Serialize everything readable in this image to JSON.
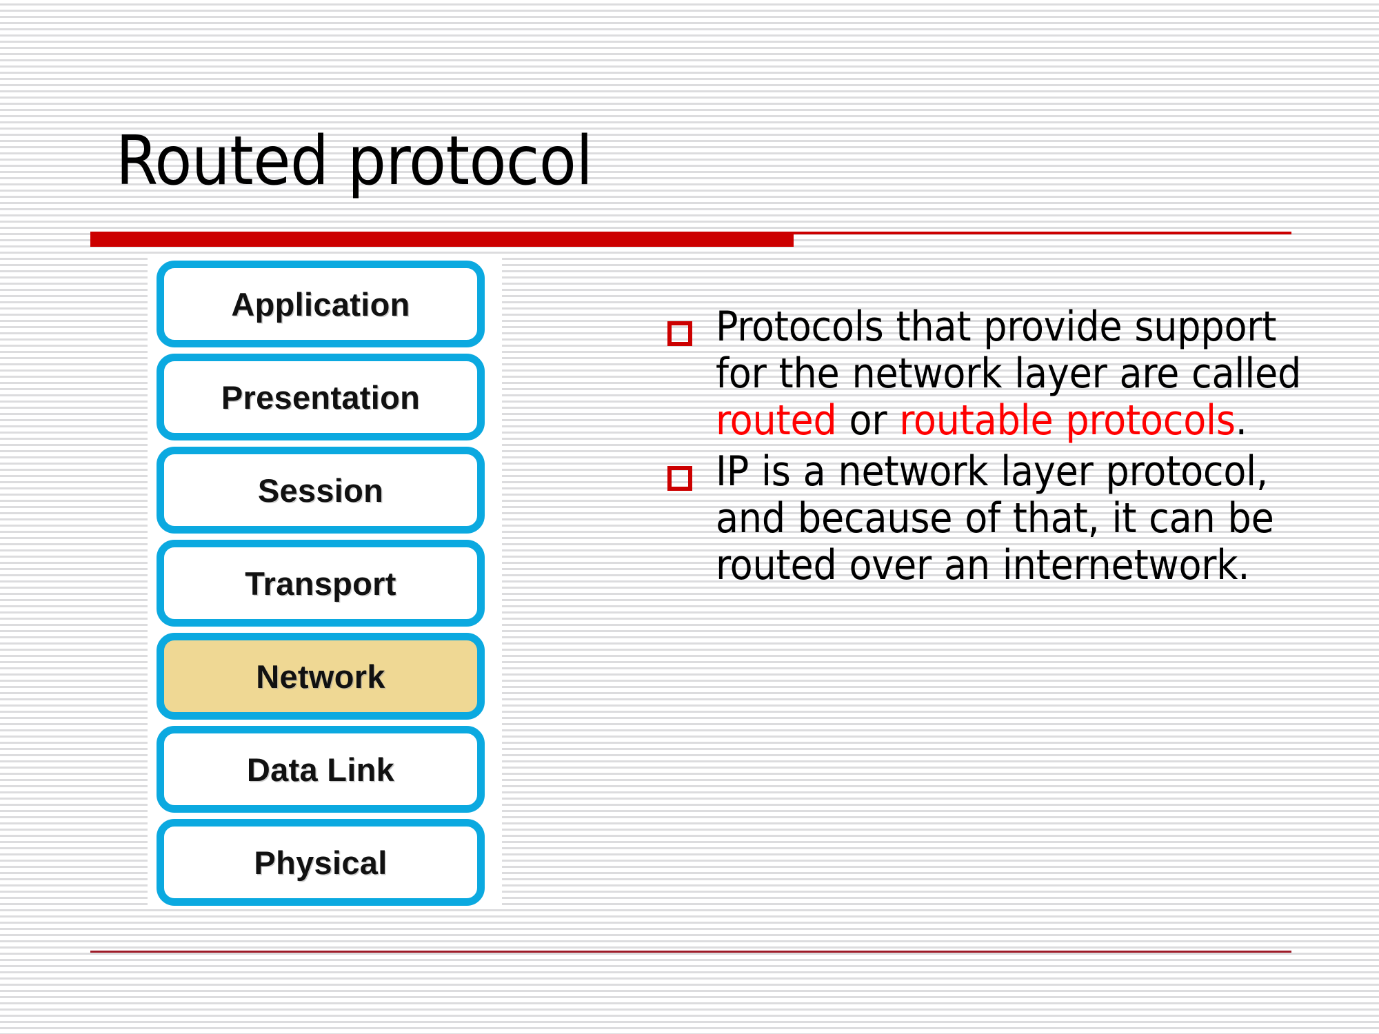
{
  "slide": {
    "title": "Routed protocol",
    "accent_color": "#CC0000",
    "stack_border_color": "#0BA9E0",
    "highlight_color": "#EFD894",
    "emphasis_color": "#FF0000"
  },
  "osi_stack": {
    "name": "osi-model-layers",
    "layers": [
      {
        "label": "Application",
        "highlighted": false
      },
      {
        "label": "Presentation",
        "highlighted": false
      },
      {
        "label": "Session",
        "highlighted": false
      },
      {
        "label": "Transport",
        "highlighted": false
      },
      {
        "label": "Network",
        "highlighted": true
      },
      {
        "label": "Data Link",
        "highlighted": false
      },
      {
        "label": "Physical",
        "highlighted": false
      }
    ]
  },
  "bullets": [
    {
      "marker": "hollow-red-square",
      "segments": [
        {
          "text": "Protocols that provide support for the network layer are called ",
          "emphasis": false
        },
        {
          "text": "routed",
          "emphasis": true
        },
        {
          "text": " or ",
          "emphasis": false
        },
        {
          "text": "routable protocols",
          "emphasis": true
        },
        {
          "text": ".",
          "emphasis": false
        }
      ],
      "plain": "Protocols that provide support for the network layer are called routed or routable protocols."
    },
    {
      "marker": "hollow-red-square",
      "segments": [
        {
          "text": "IP is a network layer protocol, and because of that, it can be routed over an internetwork.",
          "emphasis": false
        }
      ],
      "plain": "IP is a network layer protocol, and because of that, it can be routed over an internetwork."
    }
  ]
}
